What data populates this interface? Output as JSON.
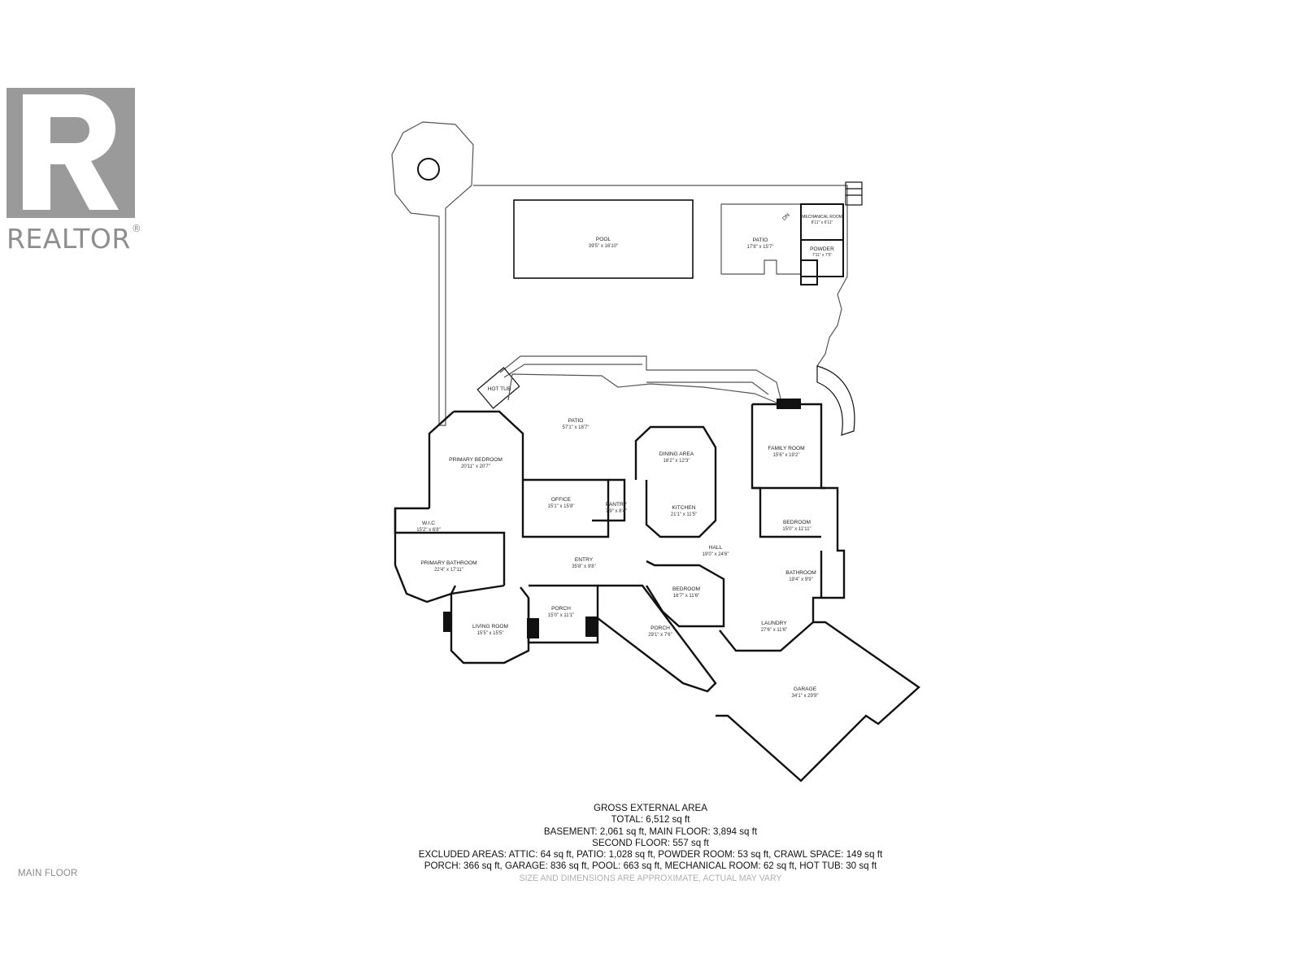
{
  "logo": {
    "brand": "REALTOR",
    "mark": "R",
    "registered": "®"
  },
  "rooms": {
    "pool": {
      "name": "POOL",
      "dims": "39'5\" x 16'10\""
    },
    "patio_upper": {
      "name": "PATIO",
      "dims": "17'8\" x 15'7\""
    },
    "dn": {
      "name": "DN"
    },
    "mechanical_room": {
      "name": "MECHANICAL ROOM",
      "dims": "8'11\" x 6'11\""
    },
    "powder": {
      "name": "POWDER",
      "dims": "7'11\" x 7'5\""
    },
    "hot_tub": {
      "name": "HOT TUB"
    },
    "patio_main": {
      "name": "PATIO",
      "dims": "57'1\" x 18'7\""
    },
    "primary_bedroom": {
      "name": "PRIMARY BEDROOM",
      "dims": "20'11\" x 20'7\""
    },
    "dining_area": {
      "name": "DINING AREA",
      "dims": "18'2\" x 12'3\""
    },
    "family_room": {
      "name": "FAMILY ROOM",
      "dims": "15'6\" x 19'2\""
    },
    "office": {
      "name": "OFFICE",
      "dims": "15'1\" x 15'8\""
    },
    "pantry": {
      "name": "PANTRY",
      "dims": "7'9\" x 8'4\""
    },
    "kitchen": {
      "name": "KITCHEN",
      "dims": "21'1\" x 11'5\""
    },
    "bedroom_east": {
      "name": "BEDROOM",
      "dims": "15'0\" x 11'11\""
    },
    "wic": {
      "name": "W.I.C",
      "dims": "15'2\" x 6'8\""
    },
    "hall": {
      "name": "HALL",
      "dims": "19'0\" x 24'6\""
    },
    "primary_bathroom": {
      "name": "PRIMARY BATHROOM",
      "dims": "22'4\" x 17'11\""
    },
    "entry": {
      "name": "ENTRY",
      "dims": "35'8\" x 9'8\""
    },
    "bathroom": {
      "name": "BATHROOM",
      "dims": "19'4\" x 9'9\""
    },
    "bedroom_center": {
      "name": "BEDROOM",
      "dims": "16'7\" x 11'6\""
    },
    "porch_front": {
      "name": "PORCH",
      "dims": "15'0\" x 11'1\""
    },
    "living_room": {
      "name": "LIVING ROOM",
      "dims": "15'5\" x 15'5\""
    },
    "laundry": {
      "name": "LAUNDRY",
      "dims": "27'6\" x 11'6\""
    },
    "porch_side": {
      "name": "PORCH",
      "dims": "29'1\" x 7'6\""
    },
    "garage": {
      "name": "GARAGE",
      "dims": "34'1\" x 29'9\""
    }
  },
  "area_summary": {
    "heading": "GROSS EXTERNAL AREA",
    "total": "TOTAL: 6,512 sq ft",
    "basement_main": "BASEMENT: 2,061 sq ft, MAIN FLOOR: 3,894 sq ft",
    "second_floor": "SECOND FLOOR: 557  sq ft",
    "excluded_1": "EXCLUDED AREAS: ATTIC: 64 sq ft, PATIO: 1,028 sq ft, POWDER ROOM: 53 sq ft, CRAWL SPACE: 149 sq ft",
    "excluded_2": "PORCH: 366 sq ft, GARAGE: 836 sq ft, POOL: 663 sq ft, MECHANICAL ROOM: 62 sq ft, HOT TUB: 30 sq ft",
    "disclaimer": "SIZE AND DIMENSIONS ARE APPROXIMATE, ACTUAL MAY VARY"
  },
  "floor_label": "MAIN FLOOR",
  "colors": {
    "wall": "#111111",
    "outline": "#555555",
    "logo_gray": "#9a9a9a",
    "note_gray": "#b0b0b0"
  }
}
